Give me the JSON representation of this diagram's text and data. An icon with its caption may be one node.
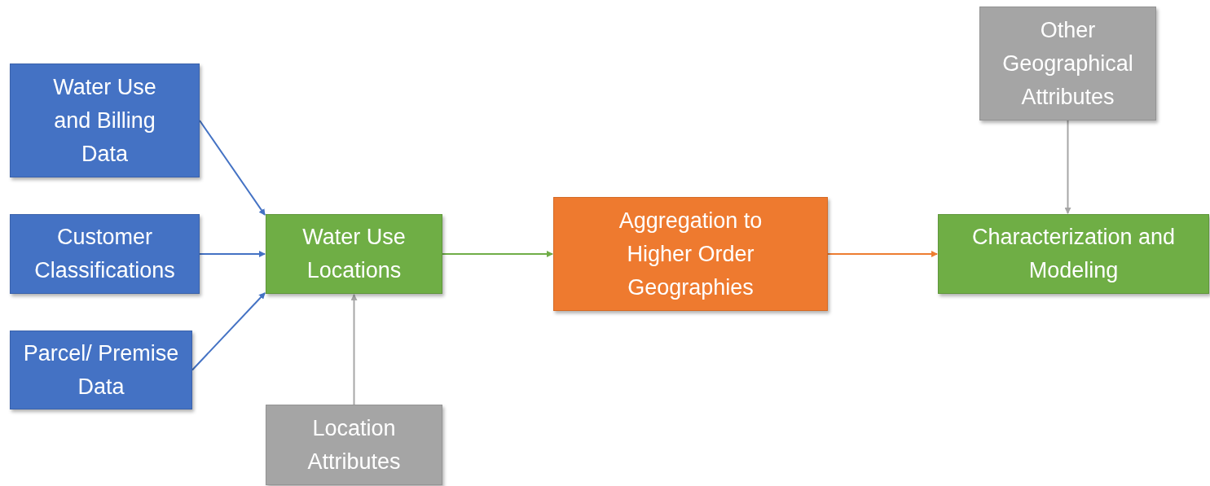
{
  "diagram": {
    "nodes": [
      {
        "text": [
          "Water Use and Billing Data"
        ]
      },
      {
        "text": [
          "Customer Classifications"
        ]
      },
      {
        "text": [
          "Parcel/ Premise Data"
        ]
      },
      {
        "text": [
          "Water Use Locations"
        ]
      },
      {
        "text": [
          "Location Attributes"
        ]
      },
      {
        "text": [
          "Aggregation to Higher Order Geographies"
        ]
      },
      {
        "text": [
          "Other Geographical Attributes"
        ]
      },
      {
        "text": [
          "Characterization and Modeling"
        ]
      }
    ],
    "edges": [
      {
        "from": 0,
        "to": 3,
        "arrow": "to"
      },
      {
        "from": 1,
        "to": 3,
        "arrow": "to"
      },
      {
        "from": 2,
        "to": 3,
        "arrow": "to"
      },
      {
        "from": 4,
        "to": 3,
        "arrow": "to",
        "color": "#a6a6a6"
      },
      {
        "from": 3,
        "to": 5,
        "arrow": "to",
        "color": "#70ad47"
      },
      {
        "from": 5,
        "to": 7,
        "arrow": "to",
        "color": "#ed7d31"
      },
      {
        "from": 6,
        "to": 7,
        "arrow": "to",
        "color": "#a6a6a6"
      }
    ]
  }
}
